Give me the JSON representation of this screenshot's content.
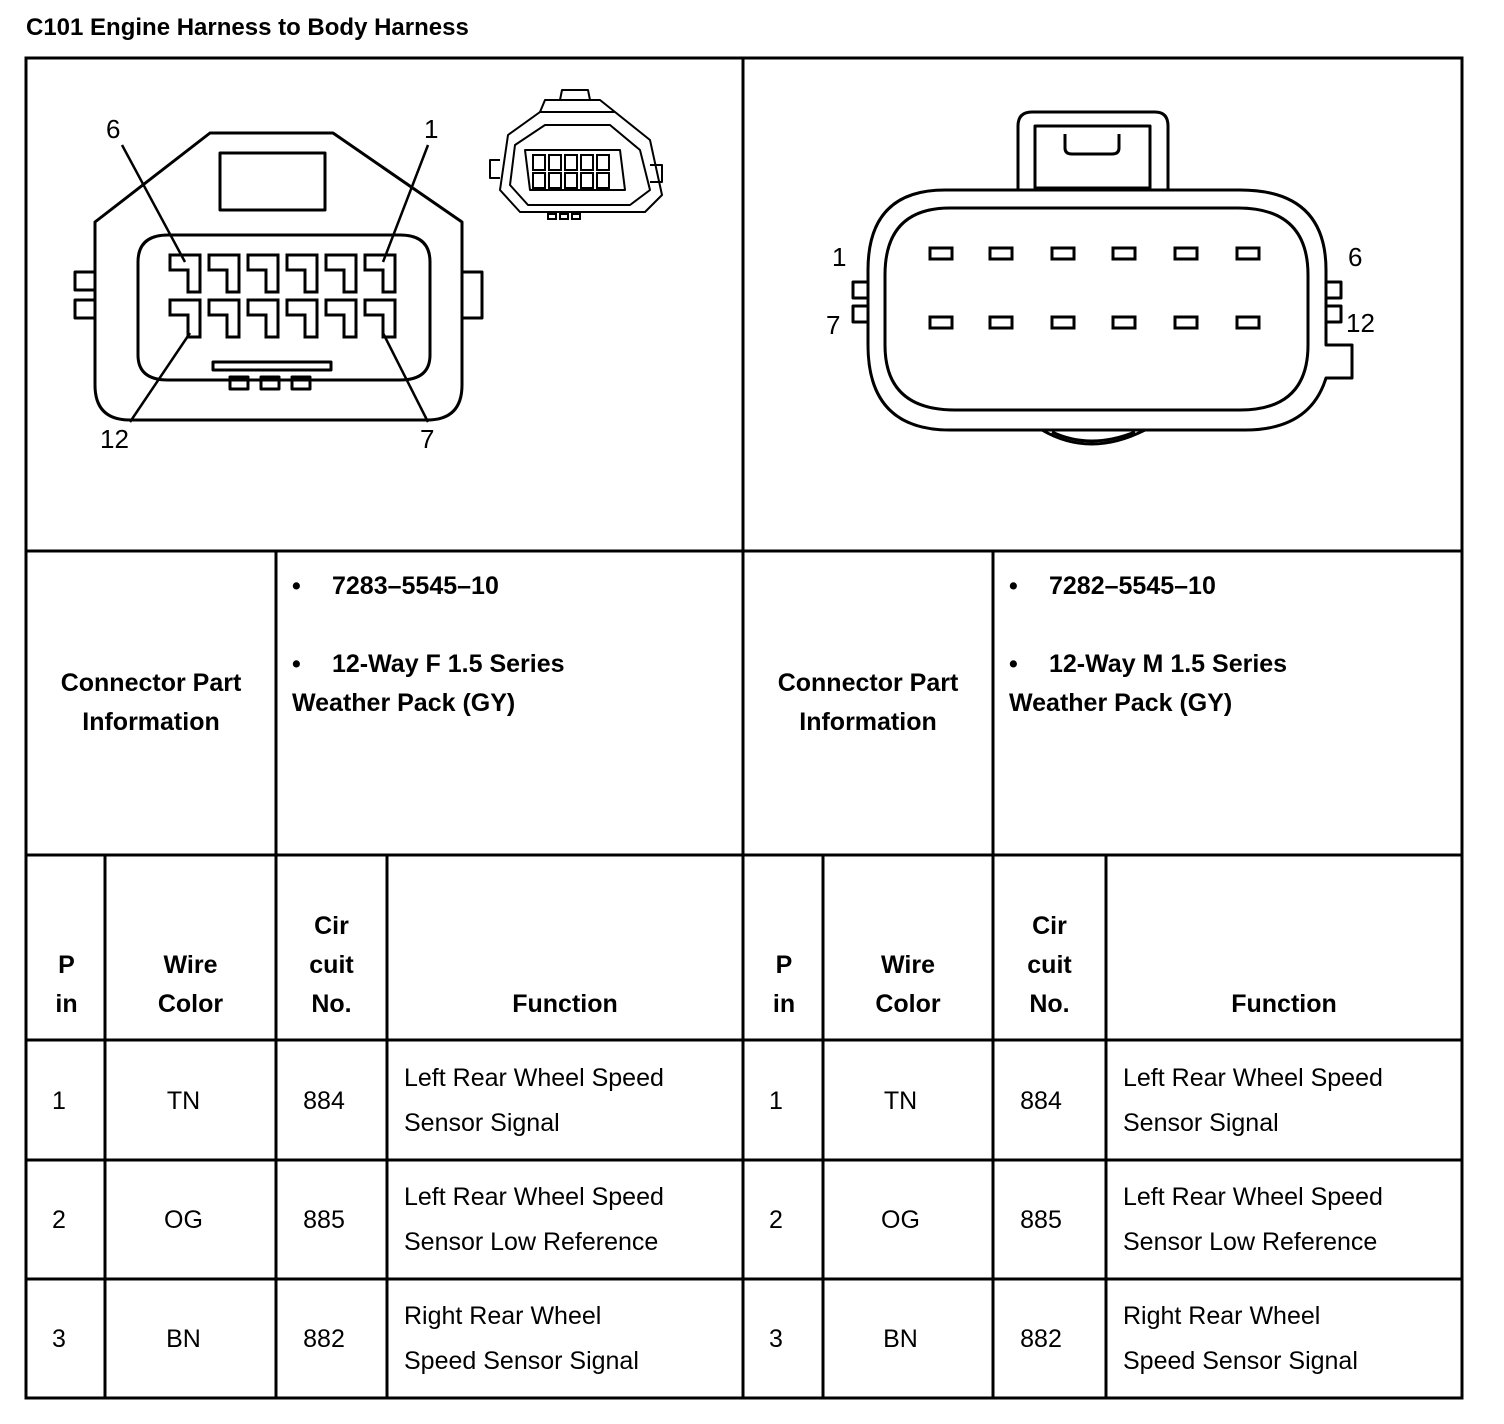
{
  "title": "C101 Engine Harness to Body Harness",
  "connectors": [
    {
      "pin_labels": {
        "top_left": "6",
        "top_right": "1",
        "bottom_left": "12",
        "bottom_right": "7"
      },
      "info_label": "Connector Part Information",
      "info_label_line1": "Connector Part",
      "info_label_line2": "Information",
      "part_number": "7283–5545–10",
      "description_line1": "12-Way F 1.5 Series",
      "description_line2": "Weather Pack (GY)"
    },
    {
      "pin_labels": {
        "top_left": "1",
        "top_right": "6",
        "bottom_left": "7",
        "bottom_right": "12"
      },
      "info_label": "Connector Part Information",
      "info_label_line1": "Connector Part",
      "info_label_line2": "Information",
      "part_number": "7282–5545–10",
      "description_line1": "12-Way M 1.5 Series",
      "description_line2": "Weather Pack (GY)"
    }
  ],
  "headers": {
    "pin_1": "P",
    "pin_2": "in",
    "wire_1": "Wire",
    "wire_2": "Color",
    "circuit_1": "Cir",
    "circuit_2": "cuit",
    "circuit_3": "No.",
    "function": "Function"
  },
  "rows": [
    {
      "pin": "1",
      "color": "TN",
      "circuit": "884",
      "function_line1": "Left Rear Wheel Speed",
      "function_line2": "Sensor Signal"
    },
    {
      "pin": "2",
      "color": "OG",
      "circuit": "885",
      "function_line1": "Left Rear Wheel Speed",
      "function_line2": "Sensor Low Reference"
    },
    {
      "pin": "3",
      "color": "BN",
      "circuit": "882",
      "function_line1": "Right Rear Wheel",
      "function_line2": "Speed Sensor Signal"
    }
  ]
}
